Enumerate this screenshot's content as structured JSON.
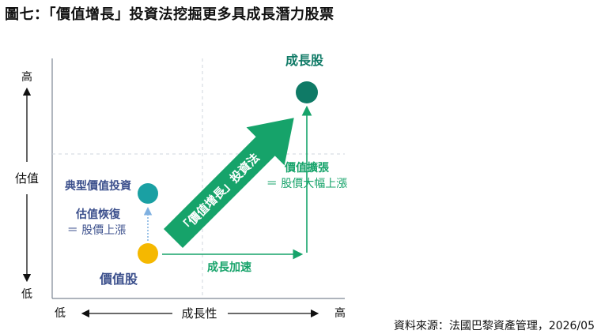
{
  "title": "圖七：「價值增長」投資法挖掘更多具成長潛力股票",
  "source": "資料來源：法國巴黎資產管理，2026/05",
  "axes": {
    "y_label": "估值",
    "y_high": "高",
    "y_low": "低",
    "x_label": "成長性",
    "x_low": "低",
    "x_high": "高"
  },
  "nodes": {
    "value_stock": "價值股",
    "typical_value": "典型價值投資",
    "growth_stock": "成長股"
  },
  "annotations": {
    "valuation_recovery": "估值恢復",
    "valuation_recovery_eq": "＝ 股價上漲",
    "growth_acceleration": "成長加速",
    "valuation_expansion": "價值擴張",
    "valuation_expansion_eq": "＝ 股價大幅上漲",
    "big_arrow": "「價值增長」投資法"
  },
  "colors": {
    "dark_green": "#0f7a66",
    "bright_green": "#16a36a",
    "light_green": "#2bb673",
    "teal": "#1aa0a3",
    "yellow": "#f5b800",
    "navy": "#3b4f8c",
    "light_blue": "#7fb0e0",
    "grid": "#cfd4dc"
  }
}
